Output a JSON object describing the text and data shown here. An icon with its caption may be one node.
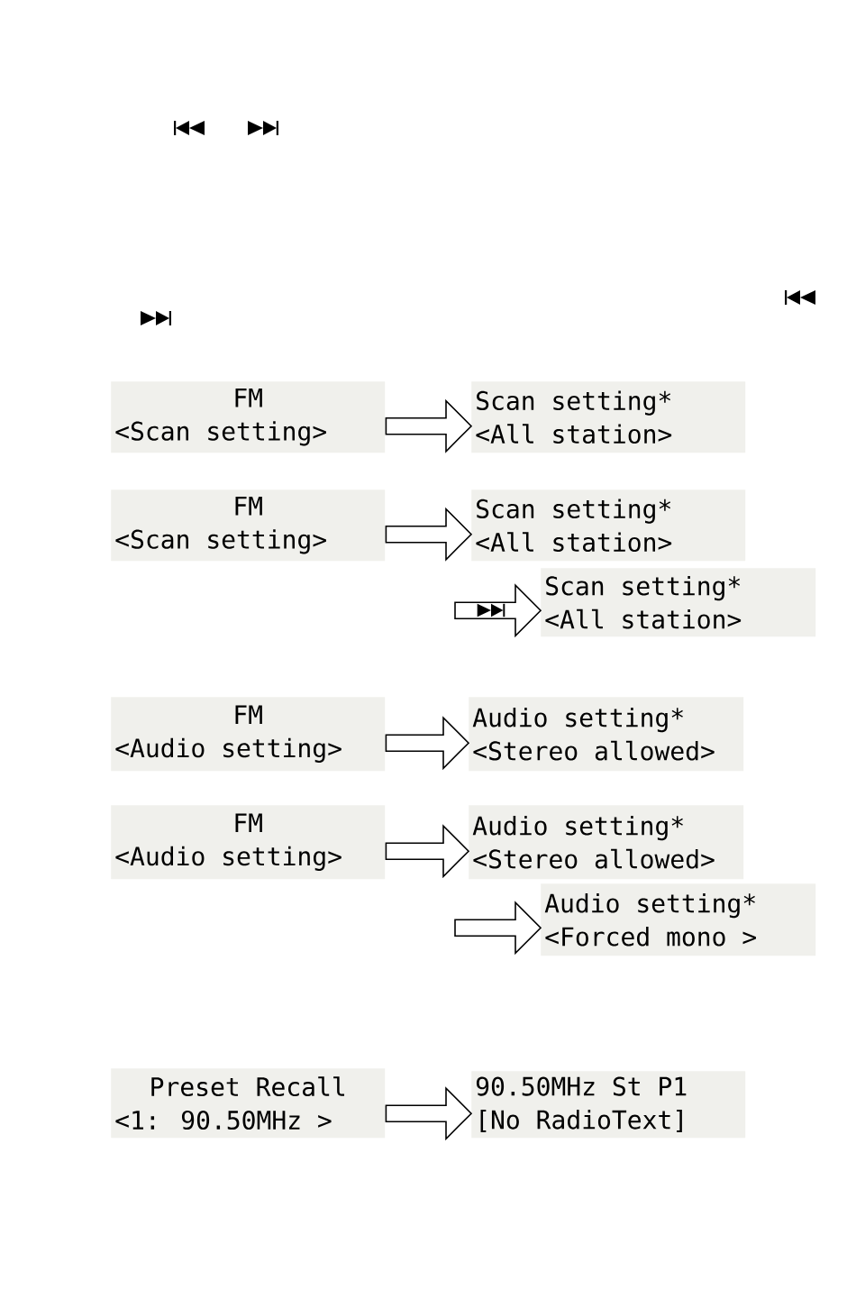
{
  "diagram": {
    "nodes": [
      {
        "text": [
          "FM",
          "<Scan setting>"
        ]
      },
      {
        "text": [
          "Scan setting*",
          "<All station>"
        ]
      },
      {
        "text": [
          "FM",
          "<Scan setting>"
        ]
      },
      {
        "text": [
          "Scan setting*",
          "<All station>"
        ]
      },
      {
        "text": [
          "Scan setting*",
          "<All station>"
        ]
      },
      {
        "text": [
          "FM",
          "<Audio setting>"
        ]
      },
      {
        "text": [
          "Audio setting*",
          "<Stereo allowed>"
        ]
      },
      {
        "text": [
          "FM",
          "<Audio setting>"
        ]
      },
      {
        "text": [
          "Audio setting*",
          "<Stereo allowed>"
        ]
      },
      {
        "text": [
          "Audio setting*",
          "<Forced mono >"
        ]
      },
      {
        "text": [
          "Preset Recall",
          "<1: 90.50MHz >"
        ]
      },
      {
        "text": [
          "90.50MHz St P1",
          "[No RadioText]"
        ]
      }
    ],
    "edges": [
      {
        "from": 0,
        "to": 1,
        "arrow": "to"
      },
      {
        "from": 2,
        "to": 3,
        "arrow": "to"
      },
      {
        "from": null,
        "to": 4,
        "arrow": "to"
      },
      {
        "from": 5,
        "to": 6,
        "arrow": "to"
      },
      {
        "from": 7,
        "to": 8,
        "arrow": "to"
      },
      {
        "from": null,
        "to": 9,
        "arrow": "to"
      },
      {
        "from": 10,
        "to": 11,
        "arrow": "to"
      }
    ]
  }
}
